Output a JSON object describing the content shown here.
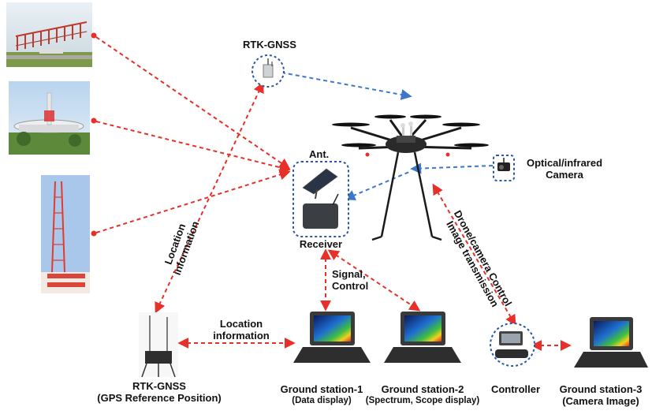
{
  "colors": {
    "red": "#e8302a",
    "blue": "#3d78c8",
    "border": "#2a56a8"
  },
  "labels": {
    "rtk_top": "RTK-GNSS",
    "ant": "Ant.",
    "receiver": "Receiver",
    "optical_l1": "Optical/infrared",
    "optical_l2": "Camera",
    "location_rot_l1": "Location",
    "location_rot_l2": "information",
    "signal_l1": "Signal,",
    "signal_l2": "Control",
    "drone_rot_l1": "Drone/camera Control",
    "drone_rot_l2": "Image transmission",
    "location_h_l1": "Location",
    "location_h_l2": "information",
    "rtk_bottom_l1": "RTK-GNSS",
    "rtk_bottom_l2": "(GPS Reference Position)",
    "gs1_l1": "Ground station-1",
    "gs1_l2": "(Data display)",
    "gs2_l1": "Ground station-2",
    "gs2_l2": "(Spectrum, Scope display)",
    "controller": "Controller",
    "gs3_l1": "Ground station-3",
    "gs3_l2": "(Camera Image)"
  }
}
